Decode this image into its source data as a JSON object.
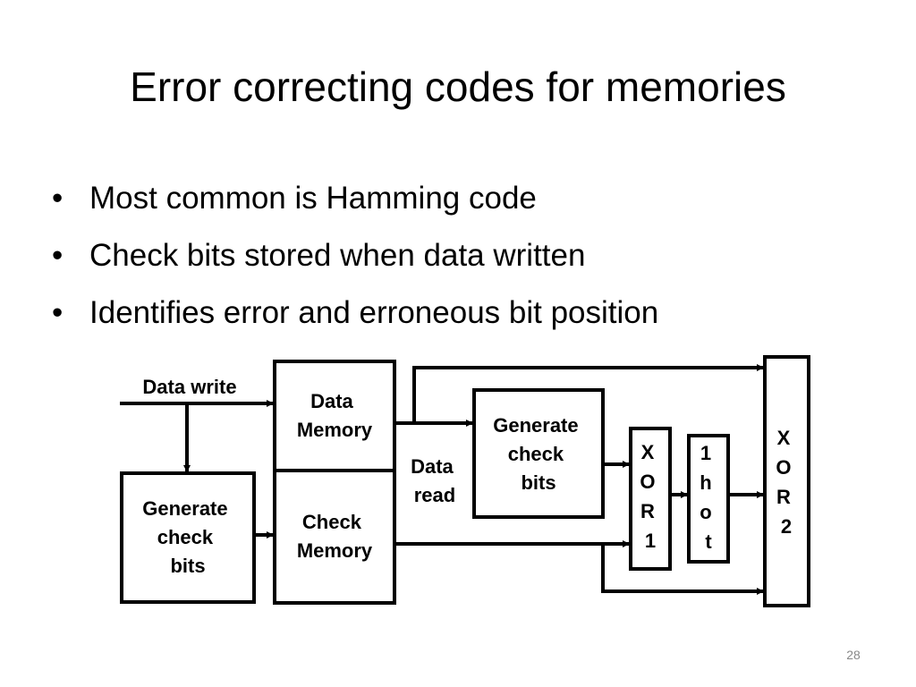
{
  "slide": {
    "title": "Error correcting codes for memories",
    "bullets": [
      "Most common is Hamming code",
      "Check bits stored when data written",
      "Identifies error and erroneous bit position"
    ],
    "bullet_symbol": "•",
    "page_number": "28"
  },
  "diagram": {
    "data_write_label": "Data write",
    "data_read_label": [
      "Data",
      "read"
    ],
    "data_memory": [
      "Data",
      "Memory"
    ],
    "check_memory": [
      "Check",
      "Memory"
    ],
    "generate_check_bits_left": [
      "Generate",
      "check",
      "bits"
    ],
    "generate_check_bits_right": [
      "Generate",
      "check",
      "bits"
    ],
    "xor1": [
      "X",
      "O",
      "R",
      "1"
    ],
    "one_hot": [
      "1",
      "h",
      "o",
      "t"
    ],
    "xor2": [
      "X",
      "O",
      "R",
      "2"
    ]
  }
}
